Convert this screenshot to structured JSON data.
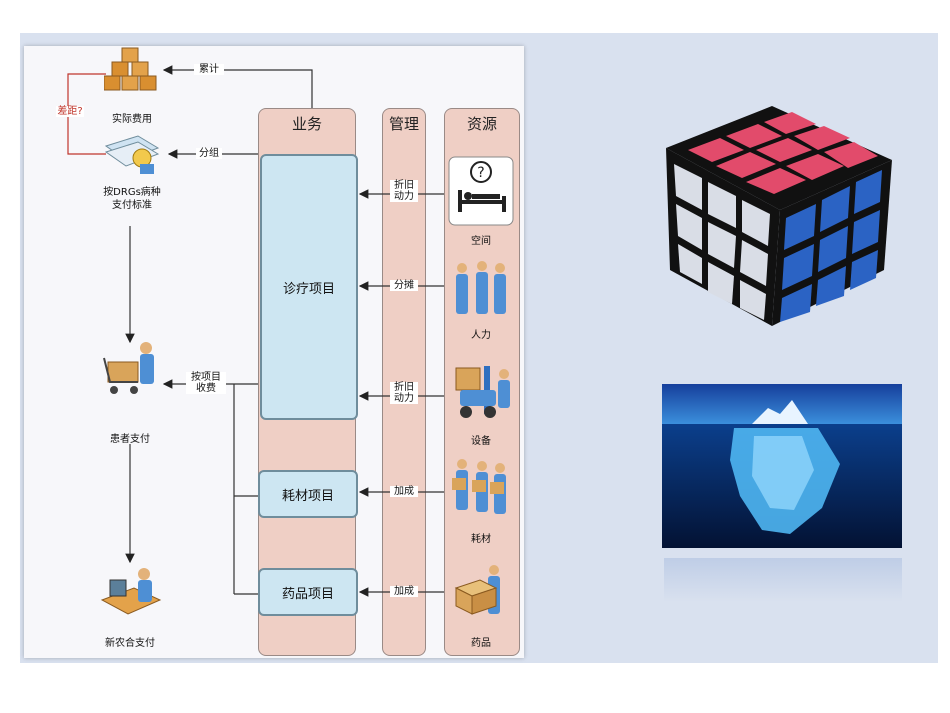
{
  "columns": {
    "business": "业务",
    "management": "管理",
    "resources": "资源"
  },
  "boxes": {
    "treatment": "诊疗项目",
    "consumables": "耗材项目",
    "drugs": "药品项目"
  },
  "resources": [
    "空间",
    "人力",
    "设备",
    "耗材",
    "药品"
  ],
  "left_nodes": {
    "actual_cost": "实际费用",
    "drg_standard_line1": "按DRGs病种",
    "drg_standard_line2": "支付标准",
    "patient_pay": "患者支付",
    "ncms_pay": "新农合支付"
  },
  "arrow_labels": {
    "accumulate": "累计",
    "group": "分组",
    "difference": "差距?",
    "depreciation1_line1": "折旧",
    "depreciation1_line2": "动力",
    "allocation": "分摊",
    "depreciation2_line1": "折旧",
    "depreciation2_line2": "动力",
    "markup1": "加成",
    "markup2": "加成",
    "item_charge_line1": "按项目",
    "item_charge_line2": "收费"
  },
  "colors": {
    "column": "#efcfc5",
    "box": "#cde6f2",
    "difference": "#c0362c",
    "iceberg_sea": "#0b3f8c"
  }
}
